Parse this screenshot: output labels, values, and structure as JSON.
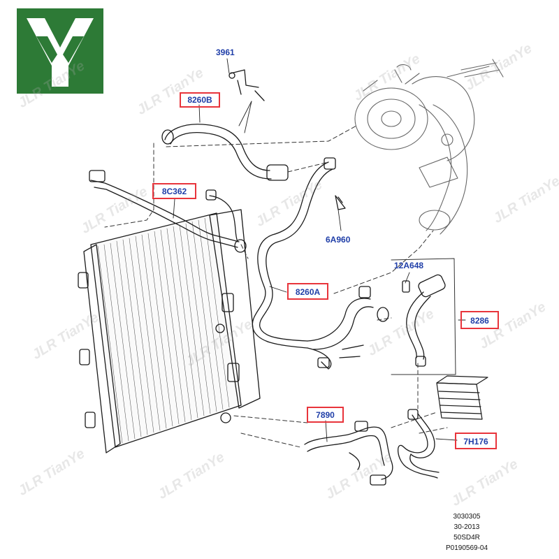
{
  "logo": {
    "icon": "tianye-logo",
    "bg_color": "#2d7a36"
  },
  "watermark": "JLR TianYe",
  "parts": [
    {
      "id": "3961",
      "boxed": false
    },
    {
      "id": "8260B",
      "boxed": true
    },
    {
      "id": "8C362",
      "boxed": true
    },
    {
      "id": "6A960",
      "boxed": false
    },
    {
      "id": "8260A",
      "boxed": true
    },
    {
      "id": "12A648",
      "boxed": false
    },
    {
      "id": "8286",
      "boxed": true
    },
    {
      "id": "7890",
      "boxed": true
    },
    {
      "id": "7H176",
      "boxed": true
    }
  ],
  "reference_codes": [
    "3030305",
    "30-2013",
    "50SD4R",
    "P0190569-04"
  ],
  "colors": {
    "label_text": "#1f3ea8",
    "highlight_box": "#e8343b",
    "line_art": "#1a1a1a"
  }
}
